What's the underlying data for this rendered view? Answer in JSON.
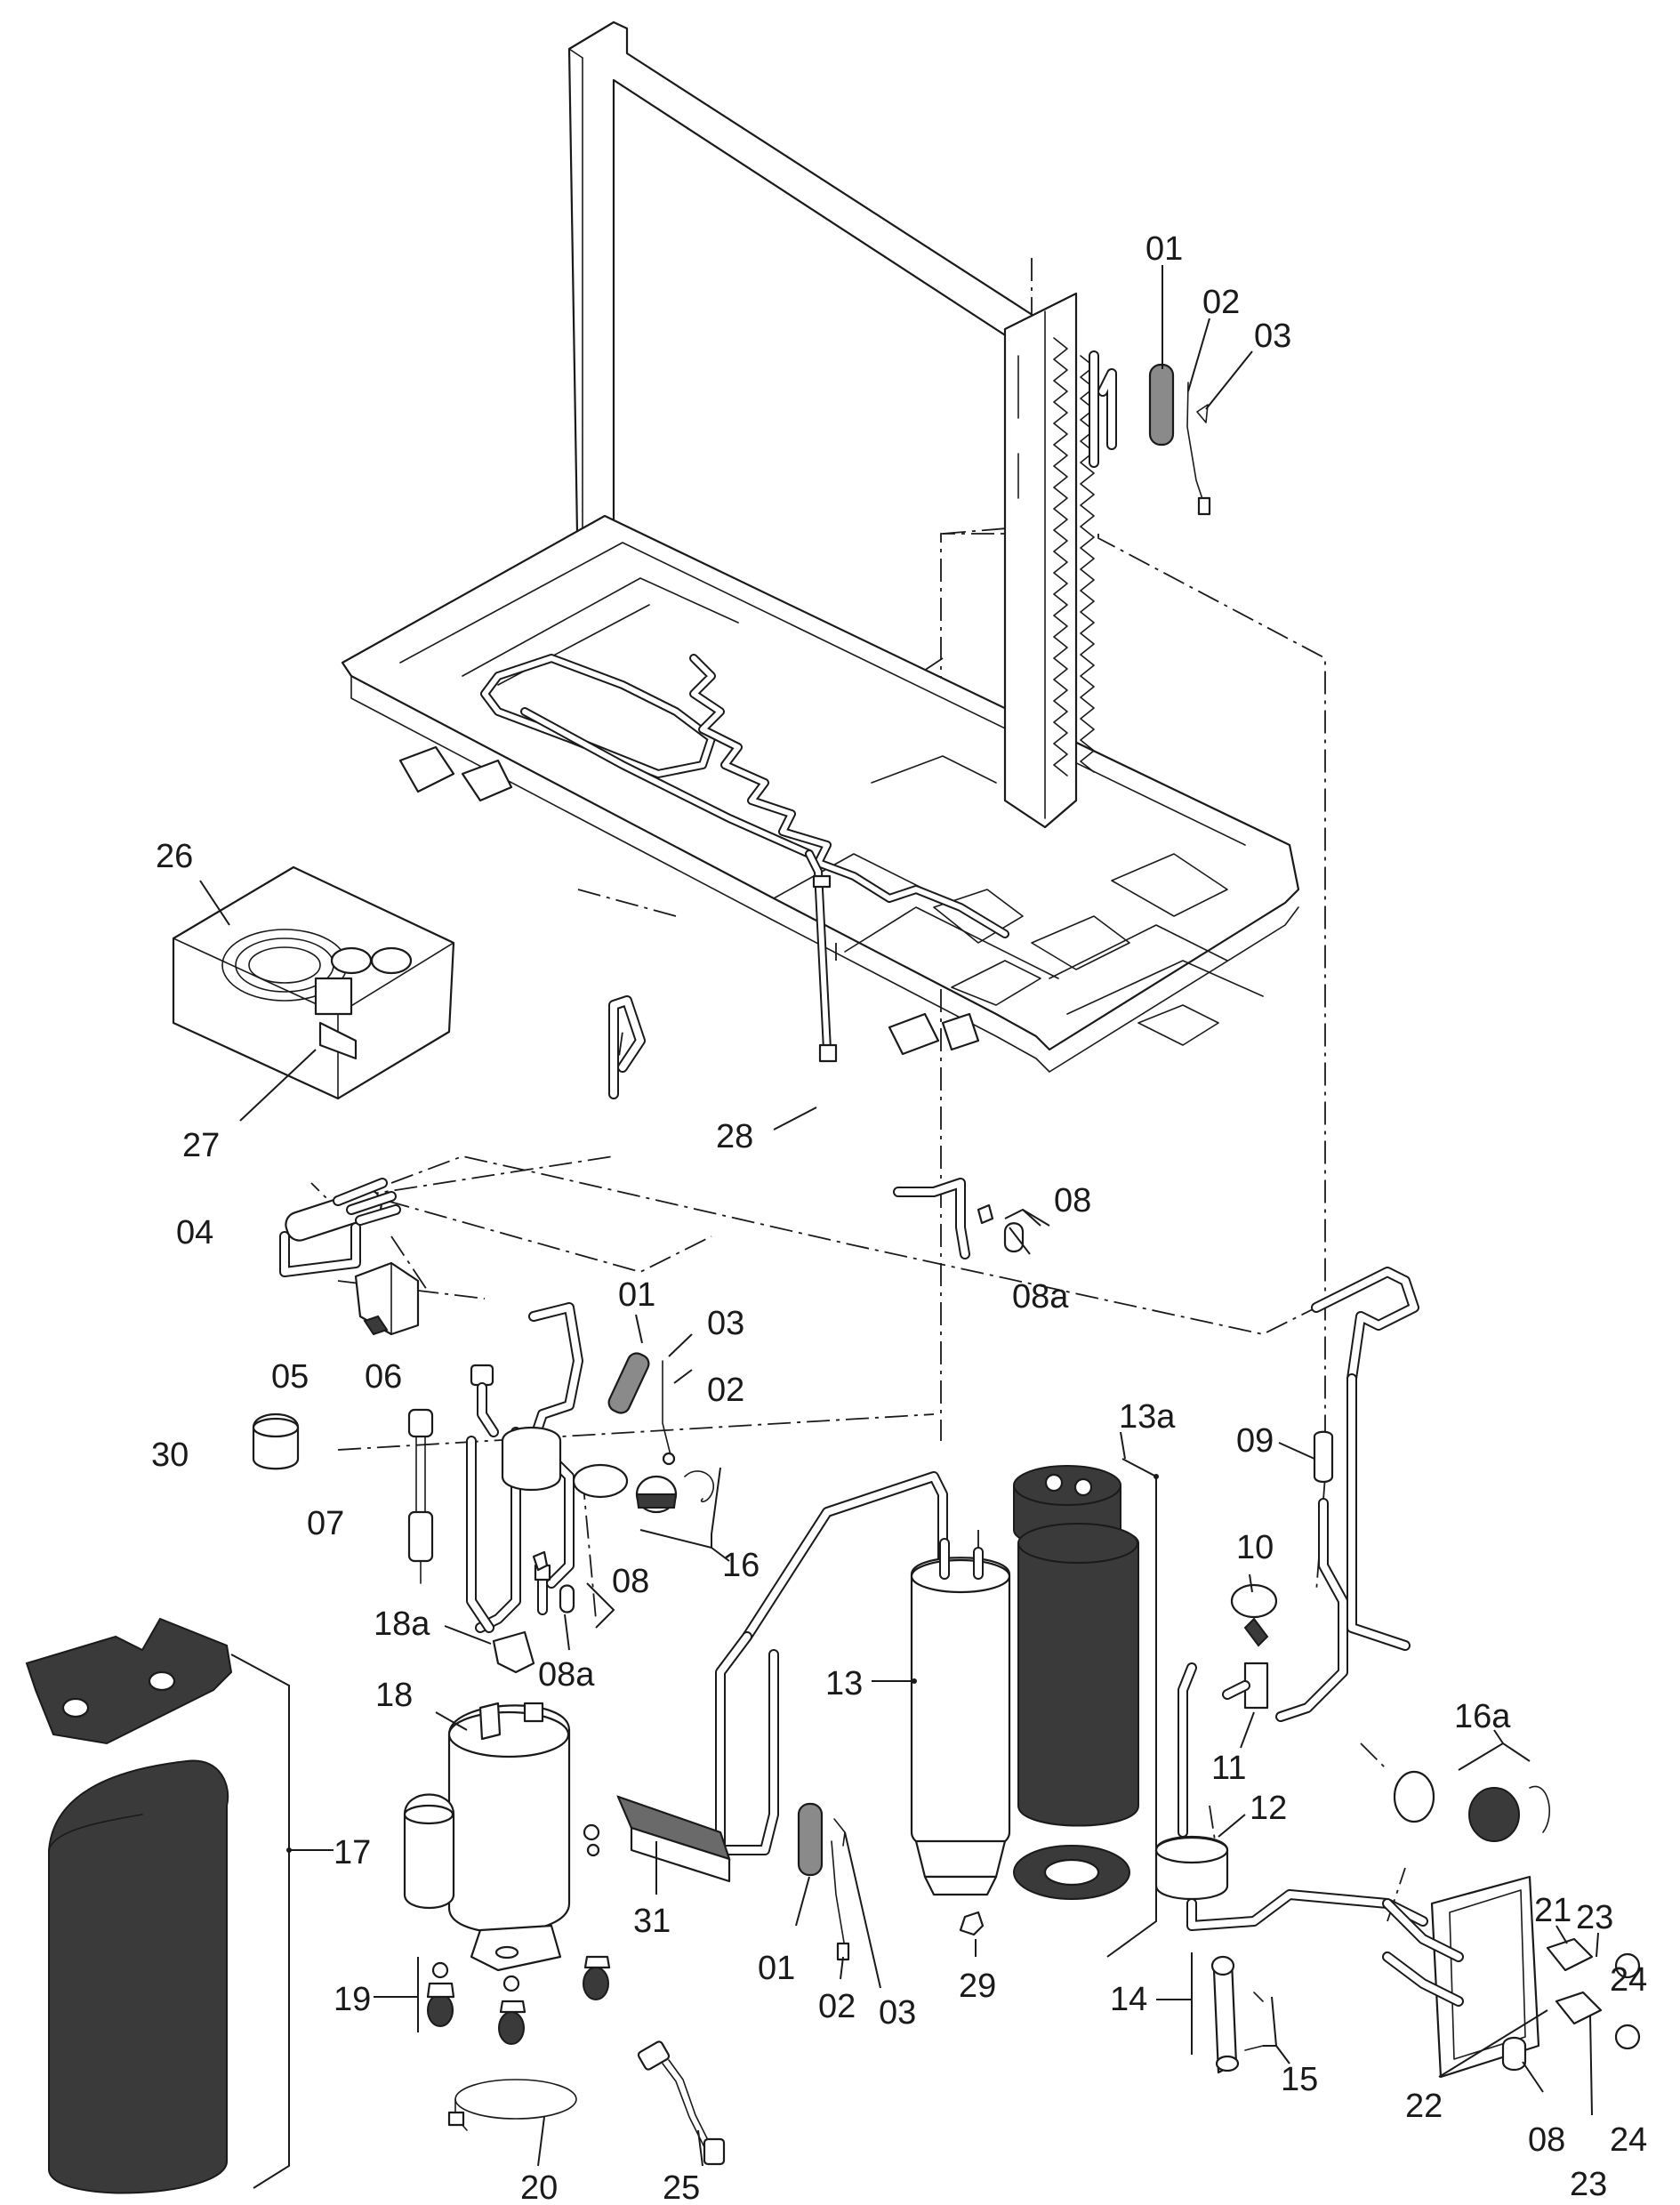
{
  "diagram": {
    "callouts": {
      "c01_top": "01",
      "c02_top": "02",
      "c03_top": "03",
      "c26": "26",
      "c27": "27",
      "c28": "28",
      "c04": "04",
      "c08_mid": "08",
      "c08a_mid": "08a",
      "c01_mid": "01",
      "c03_mid": "03",
      "c02_mid": "02",
      "c05": "05",
      "c06": "06",
      "c30": "30",
      "c07": "07",
      "c16": "16",
      "c08_low": "08",
      "c18a": "18a",
      "c08a_low": "08a",
      "c18": "18",
      "c17": "17",
      "c19": "19",
      "c20": "20",
      "c25": "25",
      "c31": "31",
      "c01_low": "01",
      "c02_low": "02",
      "c03_low": "03",
      "c13": "13",
      "c13a": "13a",
      "c29": "29",
      "c09": "09",
      "c10": "10",
      "c11": "11",
      "c12": "12",
      "c14": "14",
      "c15": "15",
      "c16a": "16a",
      "c21": "21",
      "c22": "22",
      "c23_a": "23",
      "c23_b": "23",
      "c24_a": "24",
      "c24_b": "24",
      "c08_br": "08"
    }
  }
}
